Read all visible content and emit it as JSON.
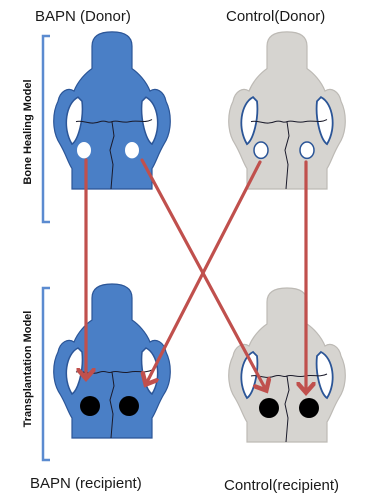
{
  "labels": {
    "top_left": "BAPN (Donor)",
    "top_right": "Control(Donor)",
    "bottom_left": "BAPN (recipient)",
    "bottom_right": "Control(recipient)"
  },
  "side_labels": {
    "upper": "Bone Healing Model",
    "lower": "Transplantation Model"
  },
  "colors": {
    "bapn": "#4a7fc6",
    "control": "#d6d4d0",
    "arrow": "#c0504d",
    "bracket": "#5b8bd0",
    "outline": "#2b5597"
  }
}
